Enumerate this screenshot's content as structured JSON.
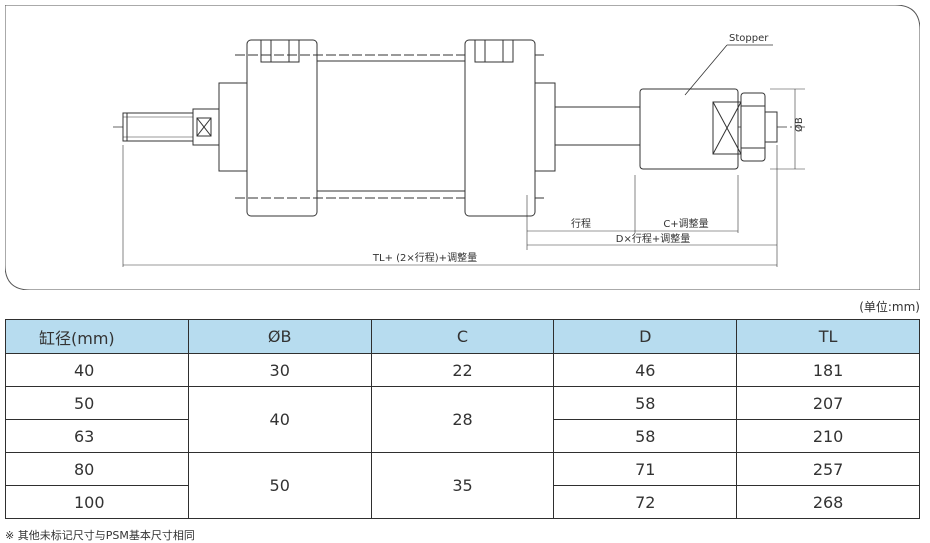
{
  "drawing": {
    "stopper_label": "Stopper",
    "diam_label": "ØB",
    "dim_stroke": "行程",
    "dim_c": "C+调整量",
    "dim_d": "D×行程+调整量",
    "dim_tl": "TL+ (2×行程)+调整量"
  },
  "unit_note": "(单位:mm)",
  "table": {
    "headers": [
      "缸径(mm)",
      "ØB",
      "C",
      "D",
      "TL"
    ],
    "rows": [
      {
        "bore": "40",
        "b": "30",
        "c": "22",
        "d": "46",
        "tl": "181"
      },
      {
        "bore": "50",
        "b": "40",
        "c": "28",
        "d": "58",
        "tl": "207"
      },
      {
        "bore": "63",
        "d": "58",
        "tl": "210"
      },
      {
        "bore": "80",
        "b": "50",
        "c": "35",
        "d": "71",
        "tl": "257"
      },
      {
        "bore": "100",
        "d": "72",
        "tl": "268"
      }
    ]
  },
  "footnote": "※ 其他未标记尺寸与PSM基本尺寸相同",
  "colors": {
    "header_bg": "#b7dcef",
    "line": "#2f2f2f"
  }
}
